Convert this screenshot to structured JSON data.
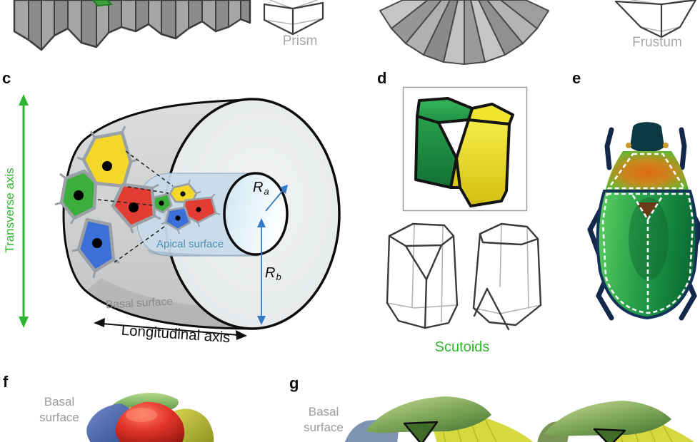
{
  "figure": {
    "panel_a": {
      "caption": "Prism"
    },
    "panel_b": {
      "caption": "Frustum"
    },
    "panel_c": {
      "label": "c",
      "transverse_axis": "Transverse axis",
      "apical_surface": "Apical surface",
      "basal_surface": "Basal surface",
      "longitudinal_axis": "Longitudinal axis",
      "radius_apical_symbol": "R",
      "radius_apical_sub": "a",
      "radius_basal_symbol": "R",
      "radius_basal_sub": "b"
    },
    "panel_d": {
      "label": "d",
      "caption": "Scutoids"
    },
    "panel_e": {
      "label": "e"
    },
    "panel_f": {
      "label": "f",
      "basal_line1": "Basal",
      "basal_line2": "surface"
    },
    "panel_g": {
      "label": "g",
      "basal_line1": "Basal",
      "basal_line2": "surface"
    }
  },
  "colors": {
    "axis_green": "#2db52d",
    "scutoids_caption_green": "#2eb82e",
    "apical_label_blue": "#4e8fb3",
    "radius_arrow_blue": "#3579c8",
    "muted_caption_gray": "#a8a8a8",
    "cell_yellow": "#f3d829",
    "cell_green": "#3cae3c",
    "cell_red": "#e23d33",
    "cell_blue": "#3d6fd9",
    "scutoid_green": "#1f8f44",
    "scutoid_yellow": "#f0e62e"
  }
}
